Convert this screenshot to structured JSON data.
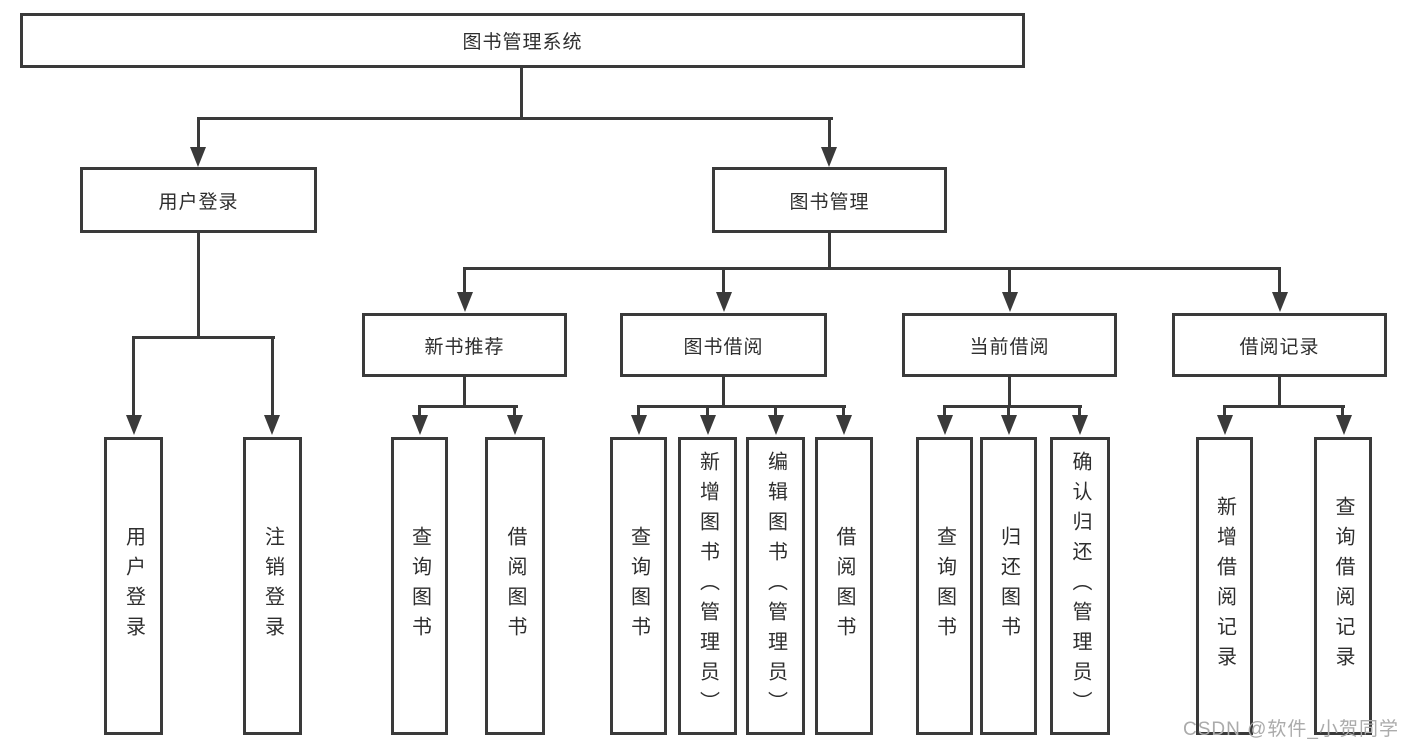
{
  "colors": {
    "line": "#3a3a3a",
    "box_border": "#3a3a3a",
    "text": "#2e2e2e",
    "watermark": "#ababab",
    "background": "#ffffff"
  },
  "watermark": "CSDN @软件_小贺同学",
  "diagram": {
    "root": {
      "label": "图书管理系统"
    },
    "level2": [
      {
        "label": "用户登录"
      },
      {
        "label": "图书管理"
      }
    ],
    "level3": [
      {
        "label": "新书推荐",
        "parent": "图书管理"
      },
      {
        "label": "图书借阅",
        "parent": "图书管理"
      },
      {
        "label": "当前借阅",
        "parent": "图书管理"
      },
      {
        "label": "借阅记录",
        "parent": "图书管理"
      }
    ],
    "leaves": [
      {
        "label": "用户登录",
        "parent": "用户登录"
      },
      {
        "label": "注销登录",
        "parent": "用户登录"
      },
      {
        "label": "查询图书",
        "parent": "新书推荐"
      },
      {
        "label": "借阅图书",
        "parent": "新书推荐"
      },
      {
        "label": "查询图书",
        "parent": "图书借阅"
      },
      {
        "label": "新增图书（管理员）",
        "parent": "图书借阅"
      },
      {
        "label": "编辑图书（管理员）",
        "parent": "图书借阅"
      },
      {
        "label": "借阅图书",
        "parent": "图书借阅"
      },
      {
        "label": "查询图书",
        "parent": "当前借阅"
      },
      {
        "label": "归还图书",
        "parent": "当前借阅"
      },
      {
        "label": "确认归还（管理员）",
        "parent": "当前借阅"
      },
      {
        "label": "新增借阅记录",
        "parent": "借阅记录"
      },
      {
        "label": "查询借阅记录",
        "parent": "借阅记录"
      }
    ]
  }
}
